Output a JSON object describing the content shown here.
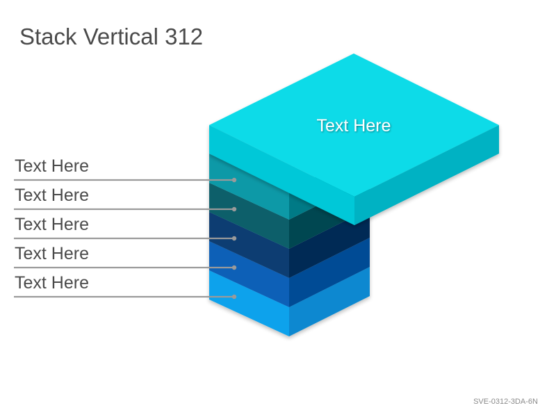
{
  "slide": {
    "title": "Stack Vertical 312",
    "footer_code": "SVE-0312-3DA-6N"
  },
  "diagram": {
    "top_block": {
      "label": "Text Here",
      "colors": {
        "top": "#08dbe8",
        "front": "#05c8d8",
        "right": "#03b2c3"
      }
    },
    "layers": [
      {
        "label": "Text Here",
        "colors": {
          "front": "#0899a7",
          "right": "#057a86"
        }
      },
      {
        "label": "Text Here",
        "colors": {
          "front": "#075f6b",
          "right": "#044651"
        }
      },
      {
        "label": "Text Here",
        "colors": {
          "front": "#0b3c72",
          "right": "#062a55"
        }
      },
      {
        "label": "Text Here",
        "colors": {
          "front": "#0860b7",
          "right": "#054b95"
        }
      },
      {
        "label": "Text Here",
        "colors": {
          "front": "#0aa2ec",
          "right": "#0888d0"
        }
      }
    ],
    "connector_color": "#9a9a9a"
  }
}
